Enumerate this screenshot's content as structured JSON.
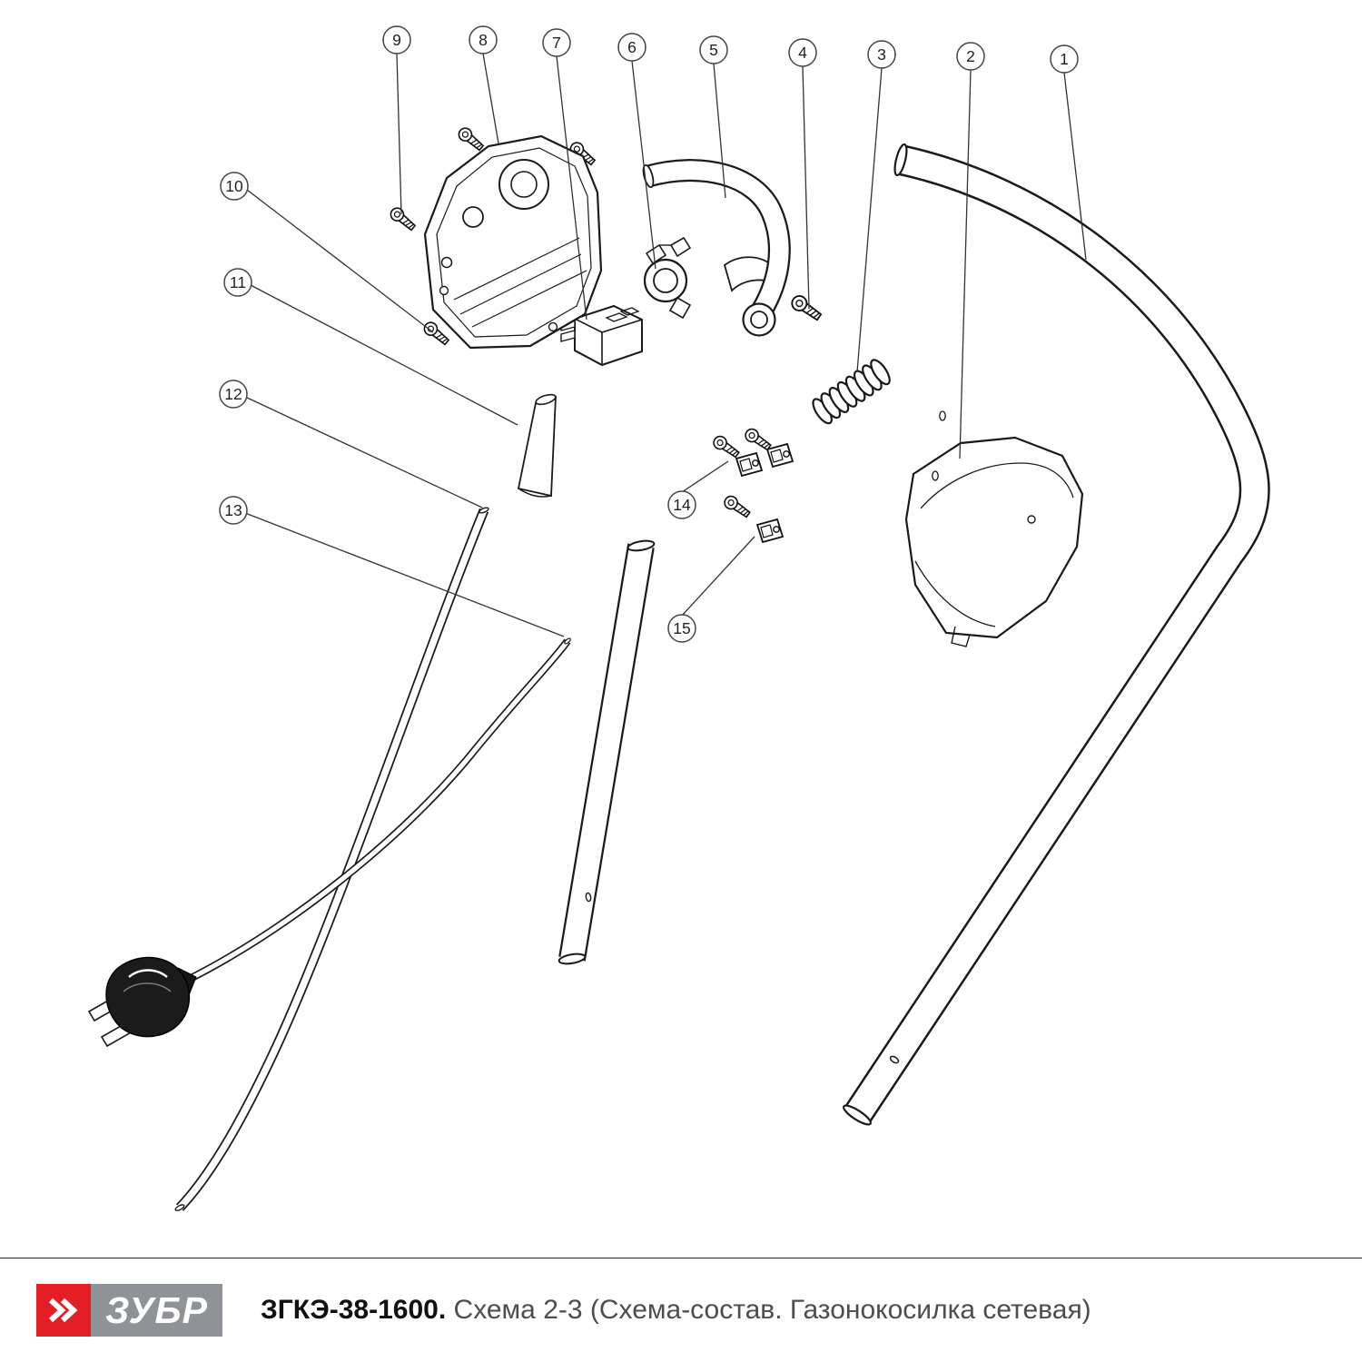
{
  "callouts": [
    {
      "label": "1"
    },
    {
      "label": "2"
    },
    {
      "label": "3"
    },
    {
      "label": "4"
    },
    {
      "label": "5"
    },
    {
      "label": "6"
    },
    {
      "label": "7"
    },
    {
      "label": "8"
    },
    {
      "label": "9"
    },
    {
      "label": "10"
    },
    {
      "label": "11"
    },
    {
      "label": "12"
    },
    {
      "label": "13"
    },
    {
      "label": "14"
    },
    {
      "label": "15"
    }
  ],
  "footer": {
    "brand": "ЗУБР",
    "model": "ЗГКЭ-38-1600.",
    "subtitle": "Схема 2-3 (Схема-состав. Газонокосилка сетевая)"
  },
  "colors": {
    "line": "#1a1a1a",
    "leader": "#333333",
    "logo_red": "#e31e24",
    "logo_gray": "#8f9296",
    "title_dark": "#111111",
    "title_gray": "#4d4d4d"
  }
}
